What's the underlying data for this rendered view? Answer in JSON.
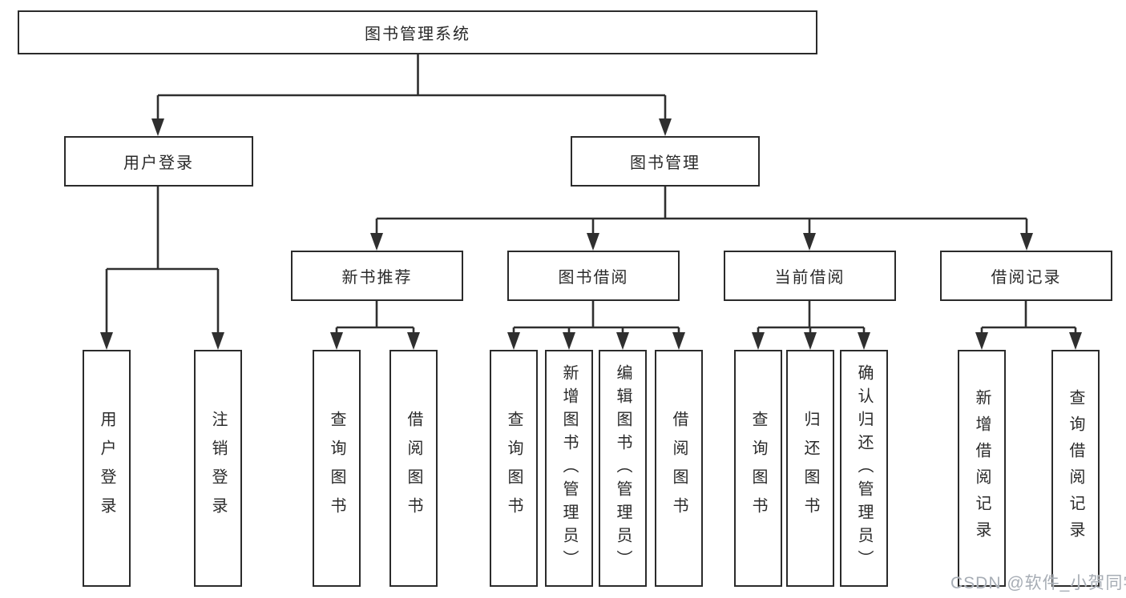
{
  "tree": {
    "label": "图书管理系统",
    "children": [
      {
        "label": "用户登录",
        "children": [
          {
            "label": "用户登录"
          },
          {
            "label": "注销登录"
          }
        ]
      },
      {
        "label": "图书管理",
        "children": [
          {
            "label": "新书推荐",
            "children": [
              {
                "label": "查询图书"
              },
              {
                "label": "借阅图书"
              }
            ]
          },
          {
            "label": "图书借阅",
            "children": [
              {
                "label": "查询图书"
              },
              {
                "label": "新增图书（管理员）"
              },
              {
                "label": "编辑图书（管理员）"
              },
              {
                "label": "借阅图书"
              }
            ]
          },
          {
            "label": "当前借阅",
            "children": [
              {
                "label": "查询图书"
              },
              {
                "label": "归还图书"
              },
              {
                "label": "确认归还（管理员）"
              }
            ]
          },
          {
            "label": "借阅记录",
            "children": [
              {
                "label": "新增借阅记录"
              },
              {
                "label": "查询借阅记录"
              }
            ]
          }
        ]
      }
    ]
  },
  "watermark": {
    "text": "CSDN @软件_小贺同学"
  },
  "colors": {
    "line": "#2f2f2f",
    "box_border": "#2b2b2b",
    "text": "#2a2a2a",
    "watermark": "#a7adb5",
    "background": "#ffffff"
  }
}
